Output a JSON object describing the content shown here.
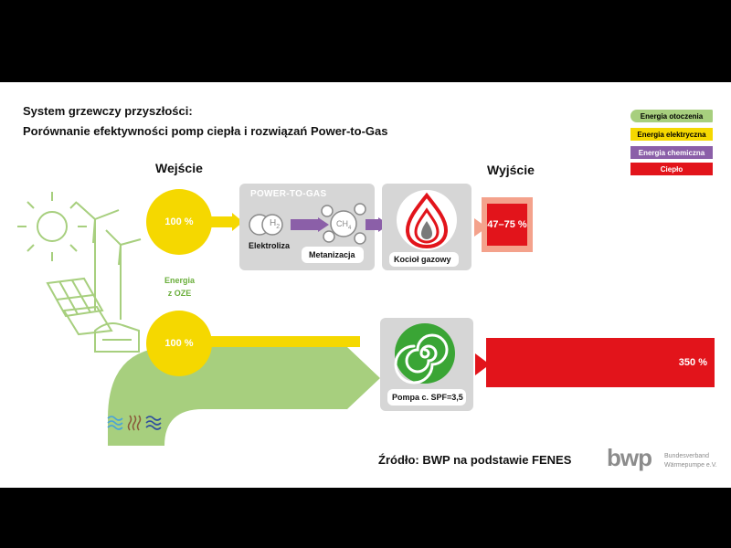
{
  "title_line1": "System grzewczy przyszłości:",
  "title_line2": "Porównanie efektywności pomp ciepła i rozwiązań Power-to-Gas",
  "input_heading": "Wejście",
  "output_heading": "Wyjście",
  "legend": [
    {
      "label": "Energia otoczenia",
      "color": "#a7cf7e",
      "text_color": "#111111"
    },
    {
      "label": "Energia elektryczna",
      "color": "#f5d800",
      "text_color": "#111111"
    },
    {
      "label": "Energia chemiczna",
      "color": "#8b5fa8",
      "text_color": "#ffffff"
    },
    {
      "label": "Ciepło",
      "color": "#e2141b",
      "text_color": "#ffffff"
    }
  ],
  "renewables_label_line1": "Energia",
  "renewables_label_line2": "z OZE",
  "ptg": {
    "panel_title": "POWER-TO-GAS",
    "input_percent": "100 %",
    "h2_symbol": "H",
    "h2_subscript": "2",
    "ch4_symbol": "CH",
    "ch4_subscript": "4",
    "electrolysis_label": "Elektroliza",
    "methanation_label": "Metanizacja",
    "boiler_label": "Kocioł gazowy",
    "output_percent": "47–75 %"
  },
  "hp": {
    "input_percent": "100 %",
    "pump_label": "Pompa c. SPF=3,5",
    "output_percent": "350 %"
  },
  "source_text": "Źródło: BWP na podstawie FENES",
  "logo": {
    "word": "bwp",
    "line1": "Bundesverband",
    "line2": "Wärmepumpe e.V."
  },
  "colors": {
    "ambient": "#a7cf7e",
    "electric": "#f5d800",
    "chemical": "#8b5fa8",
    "heat": "#e2141b",
    "panel_grey": "#d6d6d6",
    "pump_green": "#3aa535"
  }
}
